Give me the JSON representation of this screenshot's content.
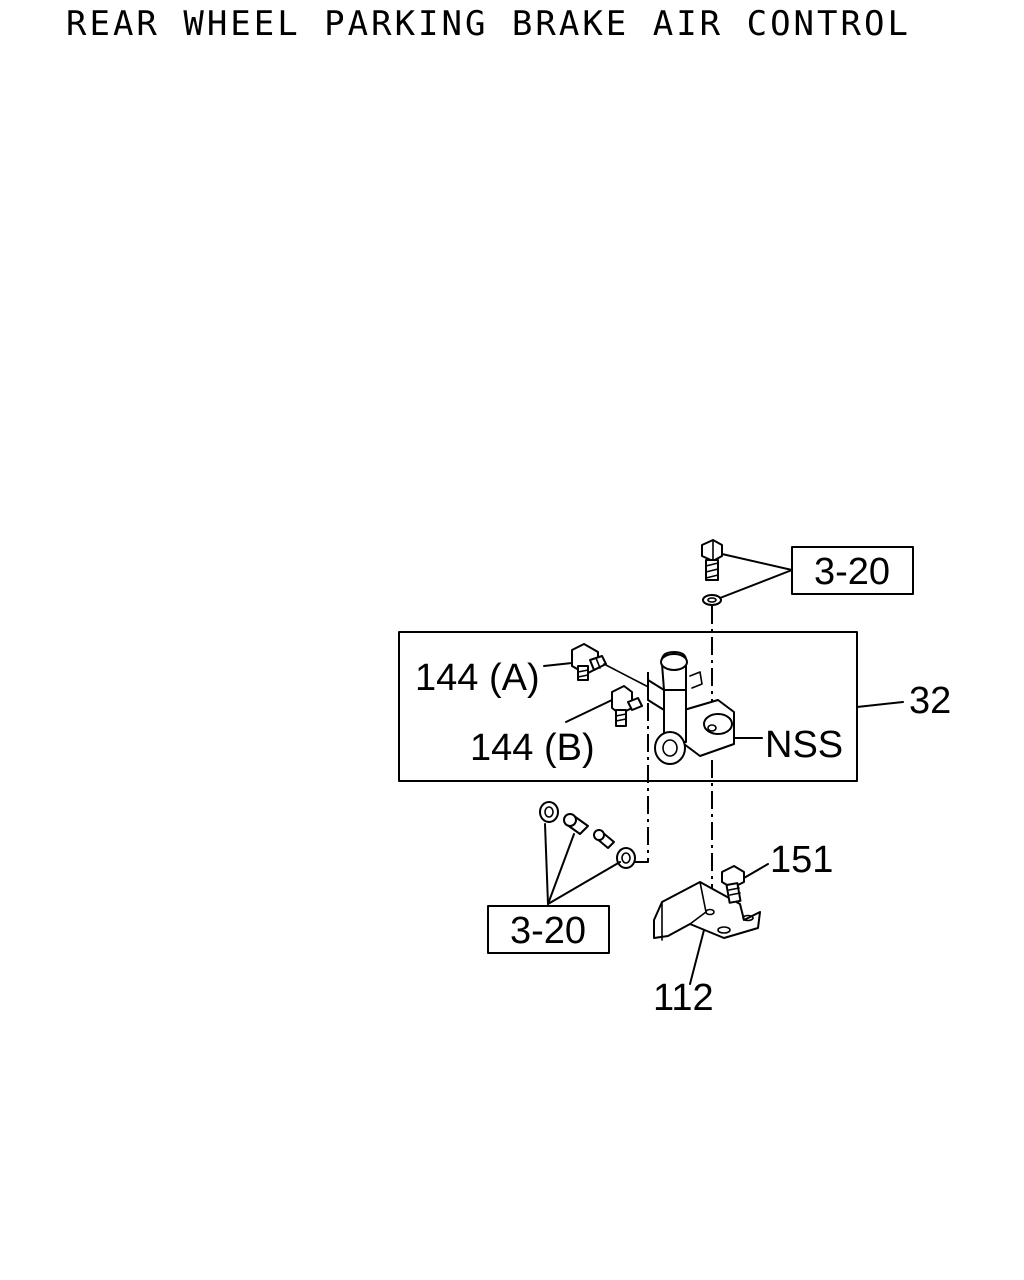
{
  "title": "REAR WHEEL PARKING BRAKE AIR CONTROL",
  "callouts": {
    "ref_top": "3-20",
    "ref_bottom": "3-20",
    "assembly": "32",
    "fitting_a": "144 (A)",
    "fitting_b": "144 (B)",
    "nss": "NSS",
    "bolt": "151",
    "bracket": "112"
  }
}
